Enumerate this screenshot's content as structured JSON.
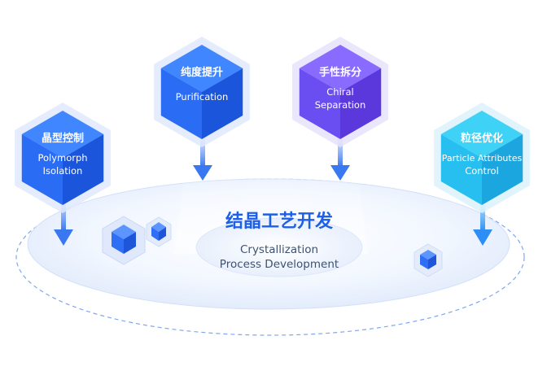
{
  "center": {
    "title": "结晶工艺开发",
    "subtitle_line1": "Crystallization",
    "subtitle_line2": "Process Development"
  },
  "hexes": {
    "polymorph": {
      "title": "晶型控制",
      "line1": "Polymorph",
      "line2": "Isolation"
    },
    "purification": {
      "title": "纯度提升",
      "line1": "Purification"
    },
    "chiral": {
      "title": "手性拆分",
      "line1": "Chiral",
      "line2": "Separation"
    },
    "particle": {
      "title": "粒径优化",
      "line1": "Particle Attributes",
      "line2": "Control"
    }
  },
  "colors": {
    "blue_dark": "#1f62ee",
    "blue_mid": "#2f86ff",
    "purple": "#6b4ef2",
    "cyan": "#27c9f2",
    "title_blue": "#1d5fe8",
    "platform_fill": "#eef4ff",
    "dash_ring": "#7fa7ef"
  },
  "icons": [
    "cube-icon",
    "down-arrow-icon"
  ]
}
